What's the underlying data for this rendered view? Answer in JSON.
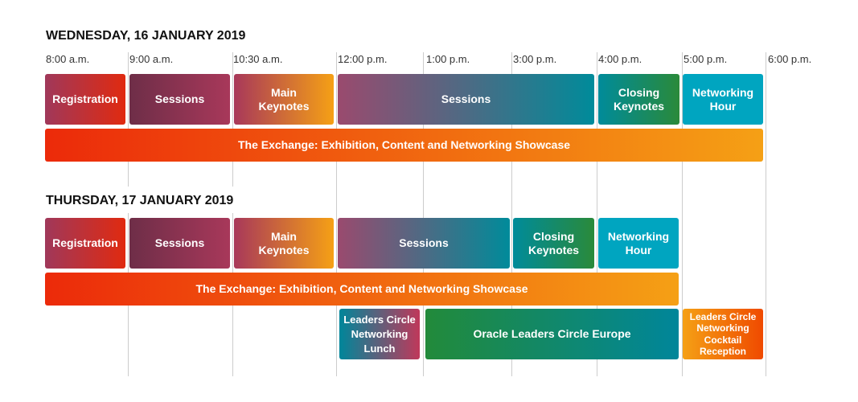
{
  "times": [
    "8:00 a.m.",
    "9:00 a.m.",
    "10:30 a.m.",
    "12:00 p.m.",
    "1:00 p.m.",
    "3:00 p.m.",
    "4:00 p.m.",
    "5:00 p.m.",
    "6:00 p.m."
  ],
  "wednesday": {
    "title": "WEDNESDAY, 16 JANUARY 2019",
    "blocks": [
      "Registration",
      "Sessions",
      "Main Keynotes",
      "Sessions",
      "Closing Keynotes",
      "Networking Hour"
    ],
    "exchange": "The Exchange: Exhibition, Content and Networking Showcase"
  },
  "thursday": {
    "title": "THURSDAY, 17 JANUARY 2019",
    "blocks": [
      "Registration",
      "Sessions",
      "Main Keynotes",
      "Sessions",
      "Closing Keynotes",
      "Networking Hour"
    ],
    "exchange": "The Exchange: Exhibition, Content and Networking Showcase",
    "extra": [
      "Leaders Circle Networking Lunch",
      "Oracle Leaders Circle Europe",
      "Leaders Circle Networking Cocktail Reception"
    ]
  },
  "colors": {
    "red": "#ec2a0a",
    "orange": "#f5a015",
    "plum": "#a8385a",
    "teal": "#008b9a",
    "cyan": "#00a5c0",
    "green": "#228a3a"
  }
}
